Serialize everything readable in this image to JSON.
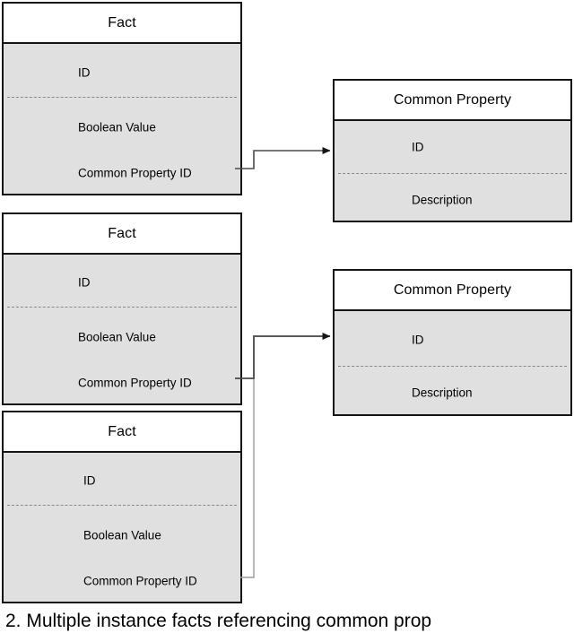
{
  "figure": {
    "caption": "2. Multiple instance facts referencing common prop",
    "background_color": "#ffffff",
    "border_color": "#151515",
    "fill_color": "#E0E0E0",
    "divider_color": "#8a8a8a",
    "connector_color": "#3a3a3a"
  },
  "entities": {
    "fact_1": {
      "title": "Fact",
      "fields": [
        {
          "label": "ID"
        },
        {
          "label": "Boolean Value"
        },
        {
          "label": "Common Property ID"
        }
      ]
    },
    "fact_2": {
      "title": "Fact",
      "fields": [
        {
          "label": "ID"
        },
        {
          "label": "Boolean Value"
        },
        {
          "label": "Common Property ID"
        }
      ]
    },
    "fact_3": {
      "title": "Fact",
      "fields": [
        {
          "label": "ID"
        },
        {
          "label": "Boolean Value"
        },
        {
          "label": "Common Property ID"
        }
      ]
    },
    "common_property_1": {
      "title": "Common Property",
      "fields": [
        {
          "label": "ID"
        },
        {
          "label": "Description"
        }
      ]
    },
    "common_property_2": {
      "title": "Common Property",
      "fields": [
        {
          "label": "ID"
        },
        {
          "label": "Description"
        }
      ]
    }
  },
  "relationships": [
    {
      "name": "fact-1-to-common-property-1",
      "from": "fact_1.Common Property ID",
      "to": "common_property_1.ID"
    },
    {
      "name": "fact-2-to-common-property-2",
      "from": "fact_2.Common Property ID",
      "to": "common_property_2.ID"
    },
    {
      "name": "fact-3-to-common-property-2",
      "from": "fact_3.Common Property ID",
      "to": "common_property_2.ID"
    }
  ]
}
